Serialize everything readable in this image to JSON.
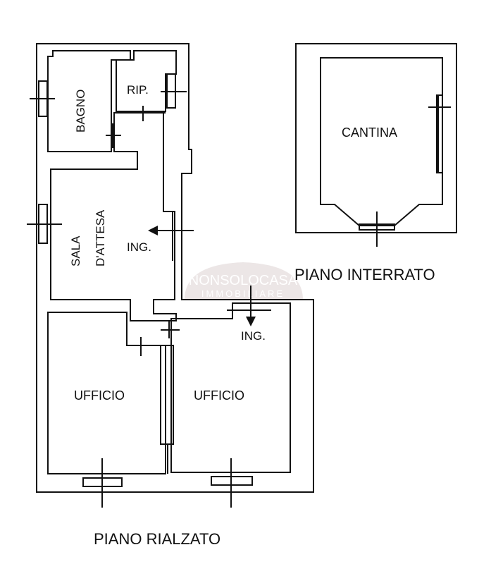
{
  "rooms": {
    "bagno": "BAGNO",
    "rip": "RIP.",
    "sala_line1": "SALA",
    "sala_line2": "D'ATTESA",
    "ing_left": "ING.",
    "ing_right": "ING.",
    "ufficio_left": "UFFICIO",
    "ufficio_right": "UFFICIO",
    "cantina": "CANTINA"
  },
  "floors": {
    "ground": "PIANO RIALZATO",
    "basement": "PIANO INTERRATO"
  },
  "watermark": {
    "line1": "NONSOLOCASA",
    "line2": "IMMOBILIARE"
  }
}
